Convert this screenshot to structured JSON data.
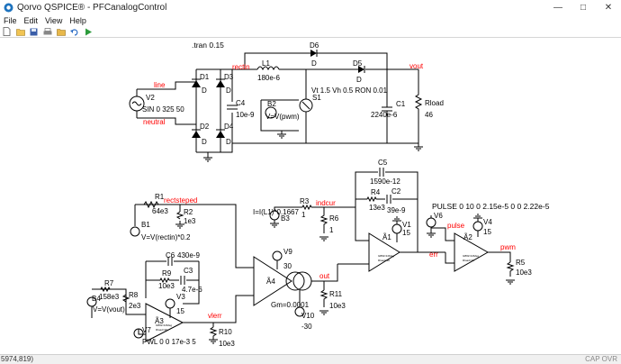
{
  "window": {
    "title": "Qorvo QSPICE® - PFCanalogControl"
  },
  "menu": [
    "File",
    "Edit",
    "View",
    "Help"
  ],
  "toolbar_icons": [
    "new-icon",
    "open-icon",
    "save-icon",
    "print-icon",
    "folder-icon",
    "undo-icon",
    "run-icon"
  ],
  "status": {
    "coords": "5974,819)",
    "caps": "CAP OVR"
  },
  "colors": {
    "wire": "#000000",
    "net_label": "#ff0000",
    "component": "#000000"
  },
  "schematic": {
    "directive_tran": ".tran 0.15",
    "net_line": "line",
    "net_neutral": "neutral",
    "net_rectin": "rectin",
    "net_vout": "vout",
    "net_rectsteped": "rectsteped",
    "net_indcur": "indcur",
    "net_out": "out",
    "net_vlerr": "vlerr",
    "net_err": "err",
    "net_pulse": "pulse",
    "net_pwm": "pwm",
    "v2_name": "V2",
    "v2_val": "SIN 0 325 50",
    "d1": "D1",
    "d2": "D2",
    "d3": "D3",
    "d4": "D4",
    "d_model": "D",
    "c4_name": "C4",
    "c4_val": "10e-9",
    "l1_name": "L1",
    "l1_val": "180e-6",
    "d6": "D6",
    "d5": "D5",
    "b2_name": "B2",
    "b2_val": "V=V(pwm)",
    "s1_name": "S1",
    "s1_val": "Vt 1.5 Vh 0.5 RON 0.01",
    "c1_name": "C1",
    "c1_val": "2240e-6",
    "rload_name": "Rload",
    "rload_val": "46",
    "r1_name": "R1",
    "r1_val": "64e3",
    "r2_name": "R2",
    "r2_val": "1e3",
    "b1_name": "B1",
    "b1_val": "V=V(rectin)*0.2",
    "r3_name": "R3",
    "r3_val": "1",
    "b3_expr": "I=I(L1)*0.1667",
    "b3_name": "B3",
    "r6_name": "R6",
    "r6_val": "1",
    "c5_name": "C5",
    "c5_val": "1590e-12",
    "r4_name": "R4",
    "r4_val": "13e3",
    "c2_name": "C2",
    "c2_val": "39e-9",
    "v1_name": "V1",
    "v1_val": "15",
    "a1_name": "Ã1",
    "v6_name": "V6",
    "v6_val": "PULSE 0 10 0 2.15e-5 0 0 2.22e-5",
    "v4_name": "V4",
    "v4_val": "15",
    "a2_name": "Ã2",
    "r5_name": "R5",
    "r5_val": "10e3",
    "c6_name": "C6",
    "c6_val": "430e-9",
    "r9_name": "R9",
    "r9_val": "10e3",
    "c3_name": "C3",
    "c3_val": "4.7e-6",
    "v3_name": "V3",
    "v3_val": "15",
    "r7_name": "R7",
    "r7_val": "158e3",
    "r8_name": "R8",
    "r8_val": "2e3",
    "b4_name": "B4",
    "b4_val": "V=V(vout)",
    "a3_name": "Ã3",
    "v7_name": "V7",
    "v7_val": "PWL 0 0 17e-3 5",
    "v9_name": "V9",
    "v9_val": "30",
    "a4_name": "Ã4",
    "gm_val": "Gm=0.0001",
    "v10_name": "V10",
    "v10_val": "-30",
    "r11_name": "R11",
    "r11_val": "10e3",
    "r10_name": "R10",
    "r10_val": "10e3"
  }
}
